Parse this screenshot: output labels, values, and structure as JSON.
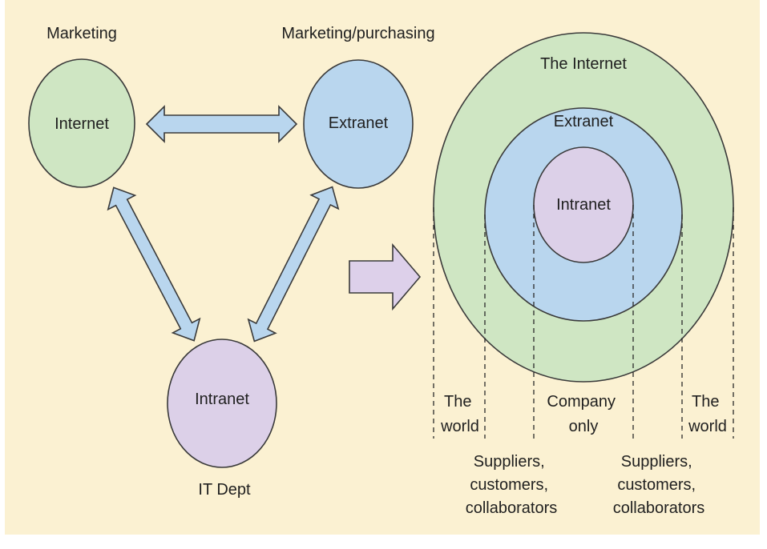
{
  "colors": {
    "background": "#fbf1d2",
    "internet": "#cfe6c3",
    "extranet": "#b9d6ee",
    "intranet": "#dcd0e8",
    "arrow": "#b9d6ee",
    "big_arrow": "#ddd0ea"
  },
  "left": {
    "internet_label": "Internet",
    "internet_caption": "Marketing",
    "extranet_label": "Extranet",
    "extranet_caption": "Marketing/purchasing",
    "intranet_label": "Intranet",
    "intranet_caption": "IT Dept"
  },
  "right": {
    "outer_label": "The Internet",
    "middle_label": "Extranet",
    "inner_label": "Intranet",
    "world_left": [
      "The",
      "world"
    ],
    "company": [
      "Company",
      "only"
    ],
    "world_right": [
      "The",
      "world"
    ],
    "partners_left": [
      "Suppliers,",
      "customers,",
      "collaborators"
    ],
    "partners_right": [
      "Suppliers,",
      "customers,",
      "collaborators"
    ]
  }
}
